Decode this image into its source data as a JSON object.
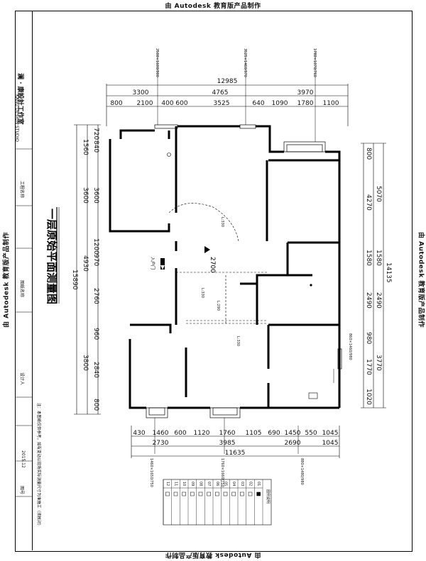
{
  "watermarks": {
    "top": "由 Autodesk 教育版产品制作",
    "bottom": "由 Autodesk 教育版产品制作",
    "left": "由 Autodesk 教育版产品制作",
    "right": "由 Autodesk 教育版产品制作"
  },
  "titleblock": {
    "studio_name": "澜 · 康設計工作室",
    "studio_sub": "KANG DESIGN STUDIO",
    "project_label": "工程名称",
    "drawing_label": "图纸名称",
    "designer_label": "设计人",
    "date_value": "2015.12",
    "sheet_label": "图号"
  },
  "drawing": {
    "title": "一层原始平面测量图",
    "entrance_label": "入户门",
    "height_label": "2700",
    "note": "注：本图纸仅供参考，如有变动以现场实际测量尺寸为准施工（须核对）"
  },
  "dims": {
    "top_total": "12985",
    "top_mid": [
      "3300",
      "4765",
      "3970"
    ],
    "top_detail": [
      "800",
      "2100",
      "400",
      "600",
      "3525",
      "640",
      "1090",
      "1780",
      "1100"
    ],
    "top_windows": [
      "2500×1600/900",
      "3525×1460/970",
      "1780×1070/760"
    ],
    "left_total": "15890",
    "left_mid": [
      "1560",
      "3600",
      "4930",
      "3800"
    ],
    "left_detail": [
      "720",
      "840",
      "3600",
      "1200",
      "970",
      "2760",
      "960",
      "2840",
      "800"
    ],
    "right_total": "14135",
    "right_mid": [
      "5070",
      "1580",
      "2490",
      "3770"
    ],
    "right_detail": [
      "800",
      "4270",
      "1580",
      "2490",
      "980",
      "1770",
      "1020"
    ],
    "right_window": "860×1460/980",
    "bottom_detail": [
      "430",
      "1460",
      "600",
      "1120",
      "1760",
      "1105",
      "690",
      "1450",
      "550",
      "1045"
    ],
    "bottom_mid": [
      "2730",
      "3985",
      "2690",
      "1045"
    ],
    "bottom_total": "11635",
    "bottom_windows": [
      "1460×1650/750",
      "1760×1660/750",
      "880×1480/980"
    ],
    "inner_marks": [
      "L:330",
      "L:330",
      "L:290",
      "L:330"
    ]
  },
  "legend": {
    "title": "图例说明",
    "headers": [
      "01",
      "02",
      "03",
      "04",
      "05",
      "06",
      "07",
      "08",
      "09",
      "10",
      "11",
      "12"
    ]
  }
}
